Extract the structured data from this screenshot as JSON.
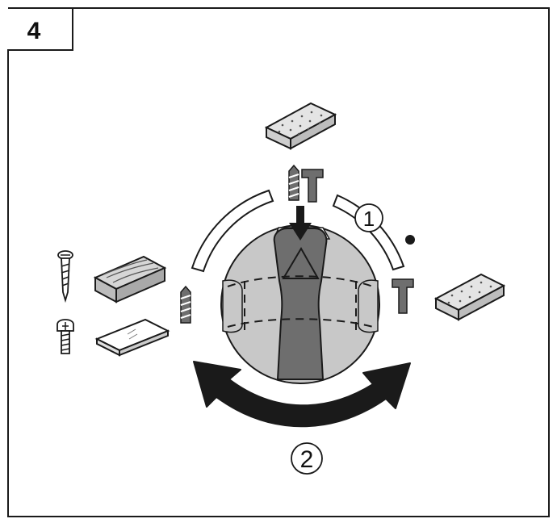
{
  "step_number": "4",
  "callouts": {
    "first": "1",
    "second": "2"
  },
  "colors": {
    "line": "#1a1a1a",
    "dial_fill": "#c8c8c8",
    "selector_fill": "#6e6e6e",
    "sponge_fill": "#d9d9d9",
    "arrow_fill": "#1a1a1a"
  },
  "icons": {
    "top_sponge": "sponge-icon",
    "right_sponge": "sponge-icon",
    "wood": "wood-board-icon",
    "drywall": "drywall-icon",
    "wood_screw": "wood-screw-icon",
    "machine_screw": "machine-screw-icon",
    "drill_bit": "drill-bit-icon",
    "hammer": "hammer-icon"
  }
}
